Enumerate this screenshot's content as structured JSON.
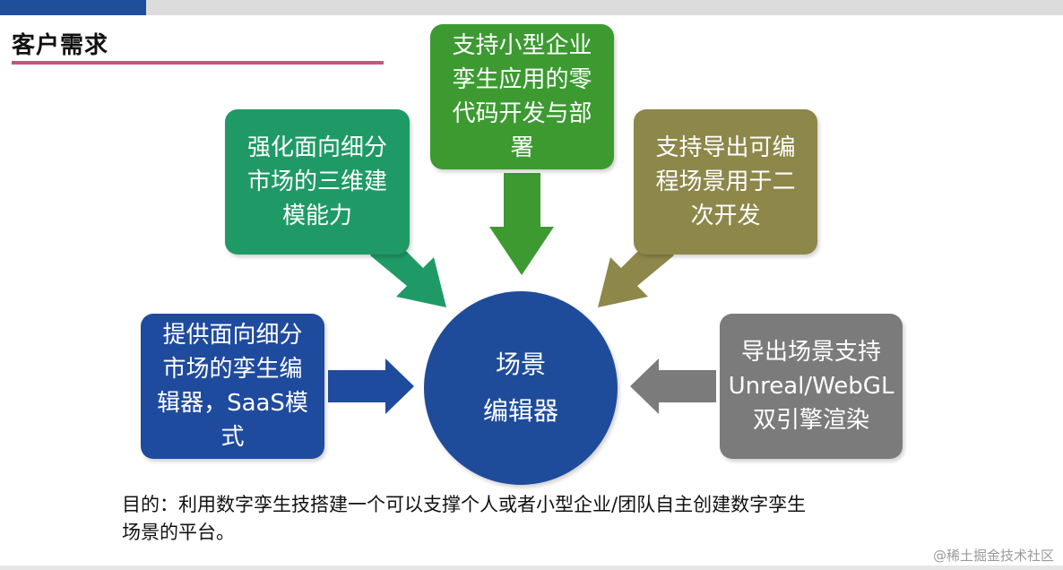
{
  "header": {
    "title": "客户需求"
  },
  "center": {
    "label_line1": "场景",
    "label_line2": "编辑器"
  },
  "boxes": {
    "top": {
      "lines": [
        "支持小型企业",
        "孪生应用的零",
        "代码开发与部",
        "署"
      ]
    },
    "left_top": {
      "lines": [
        "强化面向细分",
        "市场的三维建",
        "模能力"
      ]
    },
    "right_top": {
      "lines": [
        "支持导出可编",
        "程场景用于二",
        "次开发"
      ]
    },
    "left": {
      "lines": [
        "提供面向细分",
        "市场的孪生编",
        "辑器，SaaS模",
        "式"
      ]
    },
    "right": {
      "lines": [
        "导出场景支持",
        "Unreal/WebGL",
        "双引擎渲染"
      ]
    }
  },
  "purpose": {
    "line1": "目的：利用数字孪生技搭建一个可以支撑个人或者小型企业/团队自主创建数字孪生",
    "line2": "场景的平台。"
  },
  "watermark": "@稀土掘金技术社区",
  "colors": {
    "header_accent": "#1f4e9b",
    "title_underline": "#c8547a",
    "box_top": "#3c9a31",
    "box_left_top": "#1f9a66",
    "box_right_top": "#8d874a",
    "box_left": "#1f4b9e",
    "box_right": "#7b7b7b",
    "center": "#1e4c9a"
  }
}
